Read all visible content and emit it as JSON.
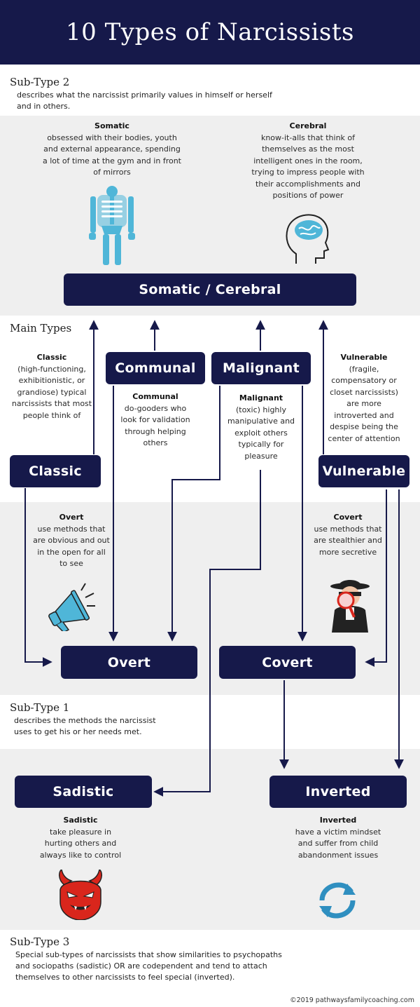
{
  "header": {
    "title": "10 Types of Narcissists"
  },
  "subtype2": {
    "title": "Sub-Type 2",
    "description": "describes what the narcissist primarily values in himself or herself and in others."
  },
  "somatic": {
    "title": "Somatic",
    "text": "obsessed with their bodies, youth and external appearance, spending a lot of time at the gym and in front of mirrors",
    "icon": "skeleton-icon"
  },
  "cerebral": {
    "title": "Cerebral",
    "text": "know-it-alls that think of themselves as the most intelligent ones in the room, trying to impress people with their accomplishments and positions of power",
    "icon": "brain-head-icon"
  },
  "somatic_cerebral_box": "Somatic / Cerebral",
  "main_types": {
    "title": "Main Types"
  },
  "classic": {
    "box": "Classic",
    "title": "Classic",
    "text": "(high-functioning, exhibitionistic, or grandiose) typical narcissists that most people think of"
  },
  "communal": {
    "box": "Communal",
    "title": "Communal",
    "text": "do-gooders who look for validation through helping others"
  },
  "malignant": {
    "box": "Malignant",
    "title": "Malignant",
    "text": "(toxic) highly manipulative and exploit others typically for pleasure"
  },
  "vulnerable": {
    "box": "Vulnerable",
    "title": "Vulnerable",
    "text": "(fragile, compensatory or closet narcissists) are more introverted and despise being the center of attention"
  },
  "overt": {
    "box": "Overt",
    "title": "Overt",
    "text": "use methods that are obvious and out in the open for all to see",
    "icon": "megaphone-icon"
  },
  "covert": {
    "box": "Covert",
    "title": "Covert",
    "text": "use methods that are stealthier and more secretive",
    "icon": "spy-icon"
  },
  "subtype1": {
    "title": "Sub-Type 1",
    "description": "describes the methods the narcissist uses to get his or her needs met."
  },
  "sadistic": {
    "box": "Sadistic",
    "title": "Sadistic",
    "text": "take pleasure in hurting others and always like to control",
    "icon": "devil-icon"
  },
  "inverted": {
    "box": "Inverted",
    "title": "Inverted",
    "text": "have a victim mindset and suffer from child abandonment issues",
    "icon": "cycle-arrows-icon"
  },
  "subtype3": {
    "title": "Sub-Type 3",
    "description": "Special sub-types of narcissists that show similarities to psychopaths and sociopaths (sadistic) OR are codependent and tend to attach themselves to other narcissists to feel special (inverted)."
  },
  "footer": "©2019 pathwaysfamilycoaching.com",
  "colors": {
    "navy": "#16194a",
    "band_gray": "#efefef",
    "icon_blue": "#4fb6d8",
    "devil_red": "#d9261c",
    "cycle_blue": "#2f8fc0"
  }
}
